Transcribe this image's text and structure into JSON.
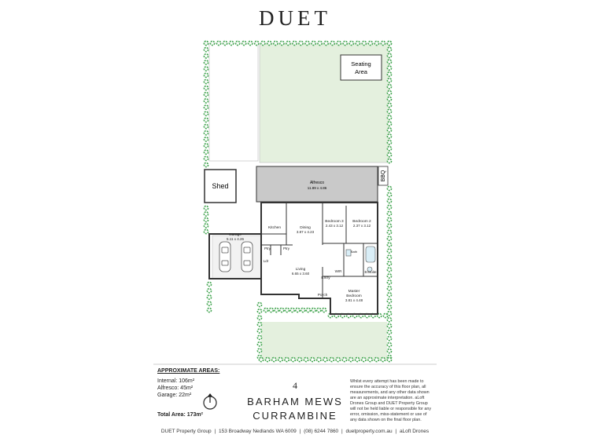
{
  "brand": "DUET",
  "plan": {
    "seating_area": [
      "Seating",
      "Area"
    ],
    "shed": "Shed",
    "bbq": "BBQ",
    "alfresco": {
      "name": "Alfresco",
      "dims": "11.89 x 4.86"
    },
    "kitchen": "Kitchen",
    "dining": {
      "name": "Dining",
      "dims": "3.87 x 4.23"
    },
    "bed3": {
      "name": "Bedroom 3",
      "dims": "2.43 x 3.12"
    },
    "bed2": {
      "name": "Bedroom 2",
      "dims": "2.37 x 3.12"
    },
    "garage": {
      "name": "Garage",
      "dims": "5.11 x 4.26"
    },
    "pantry1": "Ptry",
    "pantry2": "Ptry",
    "ldr": "Ldr",
    "living": {
      "name": "Living",
      "dims": "6.65 x 3.60"
    },
    "entry": "Entry",
    "porch": "Porch",
    "bath": "Bath",
    "wir": "WIR",
    "ensuite": "Ensuite",
    "master": {
      "name": "Master",
      "name2": "Bedroom",
      "dims": "3.81 x 4.48"
    }
  },
  "areas": {
    "heading": "APPROXIMATE AREAS:",
    "internal": "Internal: 106m²",
    "alfresco": "Alfresco: 45m²",
    "garage": "Garage: 22m²",
    "total": "Total Area: 173m²"
  },
  "address": {
    "number": "4",
    "street": "BARHAM MEWS",
    "suburb": "CURRAMBINE"
  },
  "disclaimer": "Whilst every attempt has been made to ensure the accuracy of this floor plan, all measurements, and any other data shown are an approximate interpretation. aLoft Drones Group and DUET Property Group will not be held liable or responsible for any error, omission, miss-statement or use of any data shown on the final floor plan.",
  "footer": {
    "company": "DUET Property Group",
    "address": "153 Broadway Nedlands WA 6009",
    "phone": "(08) 6244 7860",
    "website": "duetproperty.com.au",
    "credit": "aLoft Drones"
  },
  "colors": {
    "lawn": "#e4f0de",
    "hedge": "#3fa34d",
    "alfresco": "#c9c9c9",
    "wall": "#333333"
  }
}
